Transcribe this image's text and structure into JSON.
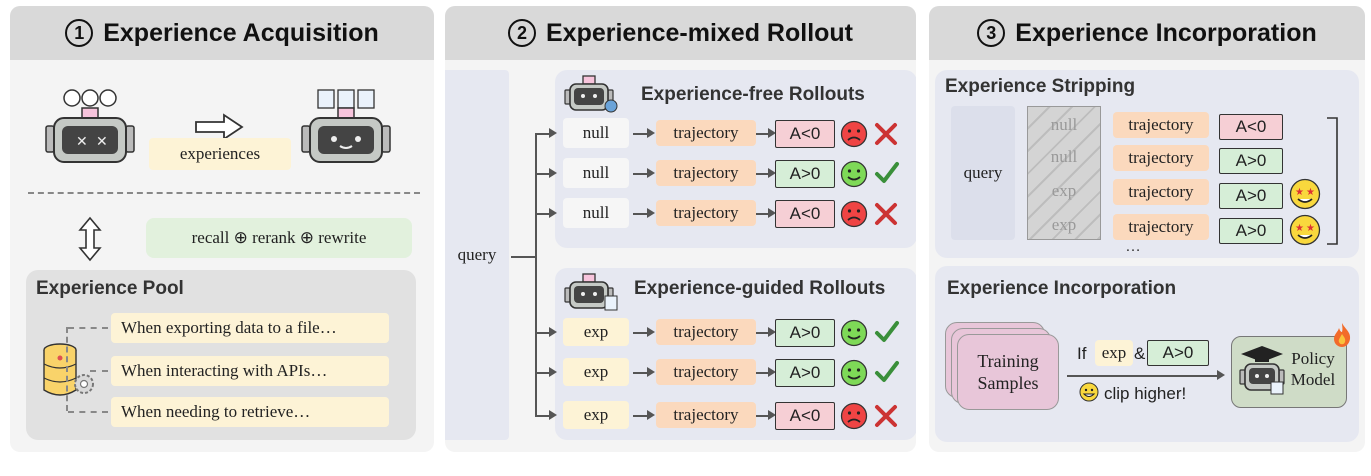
{
  "panel1": {
    "num": "1",
    "title": "Experience Acquisition",
    "experiences_label": "experiences",
    "ops": "recall ⊕ rerank ⊕ rewrite",
    "pool_title": "Experience Pool",
    "pool_items": [
      "When exporting data to a file…",
      "When interacting with APIs…",
      "When needing to retrieve…"
    ]
  },
  "panel2": {
    "num": "2",
    "title": "Experience-mixed Rollout",
    "query": "query",
    "free_title": "Experience-free Rollouts",
    "guided_title": "Experience-guided Rollouts",
    "free_rows": [
      {
        "input": "null",
        "traj": "trajectory",
        "adv": "A<0"
      },
      {
        "input": "null",
        "traj": "trajectory",
        "adv": "A>0"
      },
      {
        "input": "null",
        "traj": "trajectory",
        "adv": "A<0"
      }
    ],
    "guided_rows": [
      {
        "input": "exp",
        "traj": "trajectory",
        "adv": "A>0"
      },
      {
        "input": "exp",
        "traj": "trajectory",
        "adv": "A>0"
      },
      {
        "input": "exp",
        "traj": "trajectory",
        "adv": "A<0"
      }
    ]
  },
  "panel3": {
    "num": "3",
    "title": "Experience Incorporation",
    "strip_title": "Experience Stripping",
    "query": "query",
    "strip_rows": [
      {
        "input": "null",
        "traj": "trajectory",
        "adv": "A<0"
      },
      {
        "input": "null",
        "traj": "trajectory",
        "adv": "A>0"
      },
      {
        "input": "exp",
        "traj": "trajectory",
        "adv": "A>0"
      },
      {
        "input": "exp",
        "traj": "trajectory",
        "adv": "A>0"
      }
    ],
    "ellipsis": "…",
    "incorp_title": "Experience Incorporation",
    "training_samples": "Training Samples",
    "if_label": "If",
    "if_exp": "exp",
    "if_amp": "&",
    "if_adv": "A>0",
    "clip": "clip higher!",
    "policy_model": "Policy Model"
  },
  "colors": {
    "panel_bg": "#f4f4f4",
    "header_bg": "#d9d9d9",
    "trajectory": "#fbd9bd",
    "negative": "#f6cfd5",
    "positive": "#d6eed7",
    "exp": "#fdf3d6",
    "sub_box": "#e6e8f1",
    "ops_box": "#e2f1dd",
    "policy_box": "#cfdcc7"
  }
}
